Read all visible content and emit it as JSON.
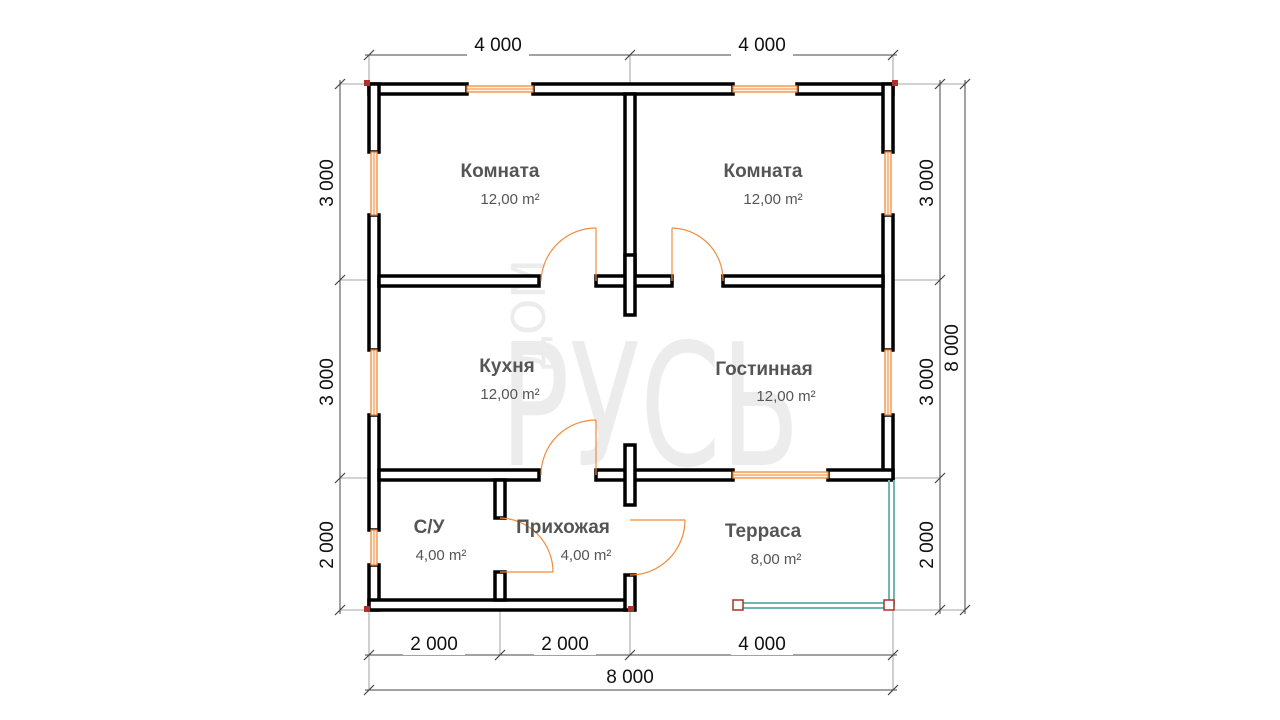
{
  "watermark": {
    "top": "ДОМ",
    "big": "РУСЬ"
  },
  "rooms": [
    {
      "name": "Комната",
      "area": "12,00 m²"
    },
    {
      "name": "Комната",
      "area": "12,00 m²"
    },
    {
      "name": "Кухня",
      "area": "12,00 m²"
    },
    {
      "name": "Гостинная",
      "area": "12,00 m²"
    },
    {
      "name": "С/У",
      "area": "4,00 m²"
    },
    {
      "name": "Прихожая",
      "area": "4,00 m²"
    },
    {
      "name": "Терраса",
      "area": "8,00 m²"
    }
  ],
  "dimensions": {
    "top_left": "4 000",
    "top_right": "4 000",
    "left_top": "3 000",
    "left_mid": "3 000",
    "left_bottom": "2 000",
    "right_top": "3 000",
    "right_mid": "3 000",
    "right_bottom": "2 000",
    "right_total": "8 000",
    "bottom_1": "2 000",
    "bottom_2": "2 000",
    "bottom_3": "4 000",
    "bottom_total": "8 000"
  },
  "colors": {
    "walls": "#000000",
    "windows": "#f28c3c",
    "terrace_railing": "#6fb7b7",
    "posts": "#b0302a"
  }
}
